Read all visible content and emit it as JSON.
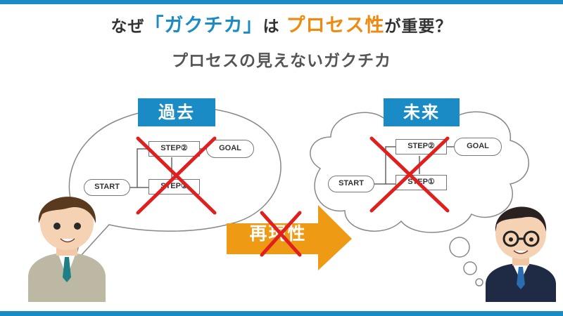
{
  "title": {
    "prefix": "なぜ",
    "highlight1": "「ガクチカ」",
    "middle": "は",
    "highlight2": "プロセス性",
    "suffix": "が重要？"
  },
  "subtitle": "プロセスの見えないガクチカ",
  "past": {
    "label": "過去",
    "start": "START",
    "step1": "STEP①",
    "step2": "STEP②",
    "goal": "GOAL"
  },
  "future": {
    "label": "未来",
    "start": "START",
    "step1": "STEP①",
    "step2": "STEP②",
    "goal": "GOAL"
  },
  "arrow_label": "再現性",
  "colors": {
    "accent_blue": "#1a8bc4",
    "accent_orange": "#ee8a10",
    "cross_red": "#e0201f"
  }
}
